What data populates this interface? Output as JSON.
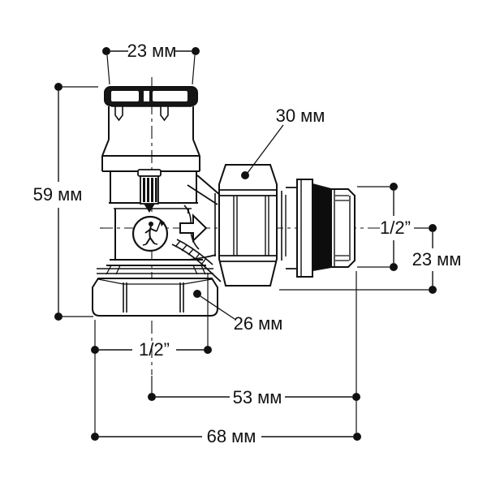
{
  "drawing": {
    "component": "angle radiator valve technical drawing",
    "background_color": "#ffffff",
    "line_color": "#111111",
    "units": "мм"
  },
  "dimensions": {
    "top_cap_width": "23 мм",
    "overall_height": "59 мм",
    "union_nut_size": "30 мм",
    "outlet_thread": "1/2”",
    "outlet_offset": "23 мм",
    "body_nut_size": "26 мм",
    "inlet_thread": "1/2”",
    "axis_to_outlet_end": "53 мм",
    "overall_length": "68 мм"
  }
}
